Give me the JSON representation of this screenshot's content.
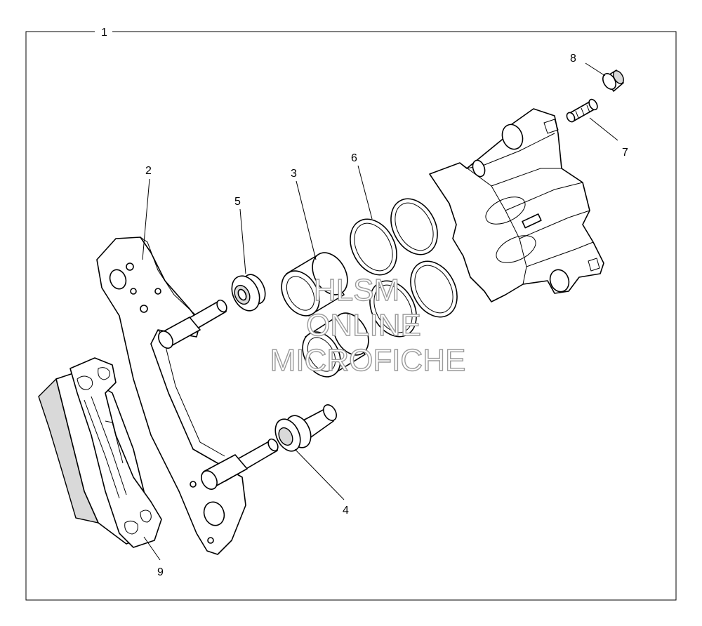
{
  "callouts": {
    "c1": "1",
    "c2": "2",
    "c3": "3",
    "c4": "4",
    "c5": "5",
    "c6": "6",
    "c7": "7",
    "c8": "8",
    "c9": "9"
  },
  "watermark": {
    "line1": "HLSM",
    "line2": "ONLINE",
    "line3": "MICROFICHE"
  }
}
